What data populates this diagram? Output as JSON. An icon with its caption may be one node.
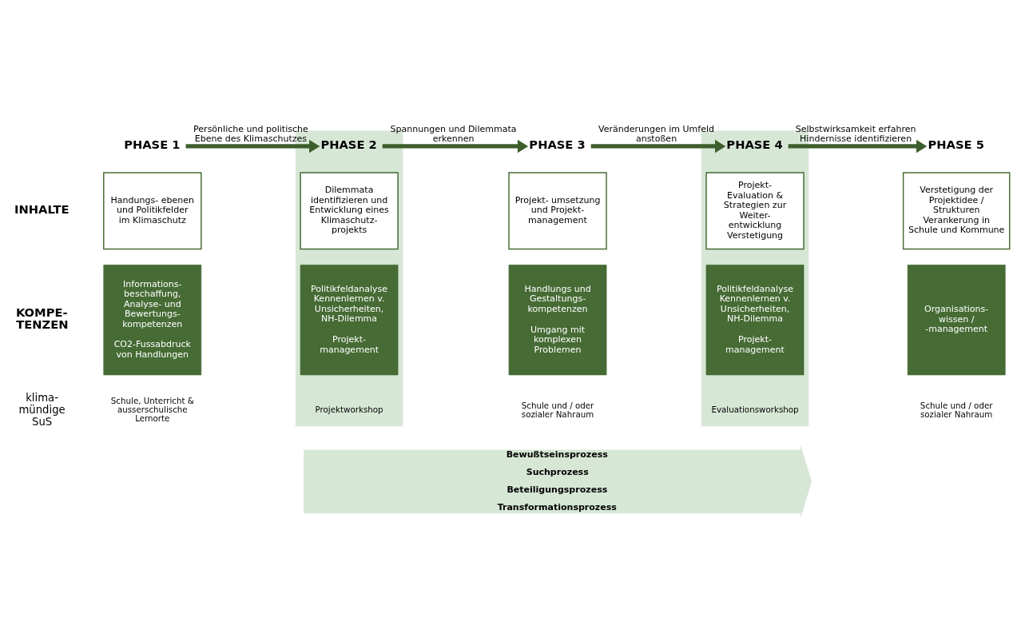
{
  "diagram": {
    "nodes": [
      {
        "text": [
          "PHASE 1"
        ]
      },
      {
        "text": [
          "Handungs- ebenen und Politikfelder im Klimaschutz"
        ]
      },
      {
        "text": [
          "Informations- beschaffung, Analyse- und Bewertungs- kompetenzen",
          "CO2-Fussabdruck von Handlungen"
        ]
      },
      {
        "text": [],
        "shape": "box"
      },
      {
        "text": [
          "PHASE 2"
        ],
        "in": 3
      },
      {
        "text": [
          "Dilemmata identifizieren und Entwicklung eines Klimaschutz- projekts"
        ],
        "in": 3
      },
      {
        "text": [
          "Politikfeldanalyse Kennenlernen v. Unsicherheiten, NH-Dilemma",
          "Projekt- management"
        ],
        "in": 3
      },
      {
        "text": [
          "PHASE 3"
        ]
      },
      {
        "text": [
          "Projekt- umsetzung und Projekt- management"
        ]
      },
      {
        "text": [
          "Handlungs und Gestaltungs- kompetenzen",
          "Umgang mit komplexen Problemen"
        ]
      },
      {
        "text": [],
        "shape": "box"
      },
      {
        "text": [
          "PHASE 4"
        ],
        "in": 10
      },
      {
        "text": [
          "Projekt- Evaluation & Strategien zur Weiter- entwicklung Verstetigung"
        ],
        "in": 10
      },
      {
        "text": [
          "Politikfeldanalyse Kennenlernen v. Unsicherheiten, NH-Dilemma",
          "Projekt- management"
        ],
        "in": 10
      },
      {
        "text": [
          "PHASE 5"
        ]
      },
      {
        "text": [
          "Verstetigung der Projektidee / Strukturen Verankerung in Schule und Kommune"
        ]
      },
      {
        "text": [
          "Organisations- wissen / -management"
        ]
      },
      {
        "text": [
          "Bewußtseinsprozess",
          "Suchprozess",
          "Beteiligungsprozess",
          "Transformationsprozess"
        ]
      }
    ],
    "edges": [
      {
        "from": 0,
        "to": 4,
        "arrow": "to",
        "label": "Persönliche und politische Ebene des Klimaschutzes"
      },
      {
        "from": 4,
        "to": 7,
        "arrow": "to",
        "label": "Spannungen und Dilemmata erkennen"
      },
      {
        "from": 7,
        "to": 11,
        "arrow": "to",
        "label": "Veränderungen im Umfeld anstoßen"
      },
      {
        "from": 11,
        "to": 14,
        "arrow": "to",
        "label": "Selbstwirksamkeit erfahren Hindernisse identifizieren"
      }
    ],
    "labels": [
      "INHALTE",
      "KOMPE- TENZEN",
      "klima- mündige SuS",
      "Schule, Unterricht & ausserschulische Lernorte",
      "Projektworkshop",
      "Schule und / oder sozialer Nahraum",
      "Evaluationsworkshop",
      "Schule und / oder sozialer Nahraum"
    ]
  }
}
